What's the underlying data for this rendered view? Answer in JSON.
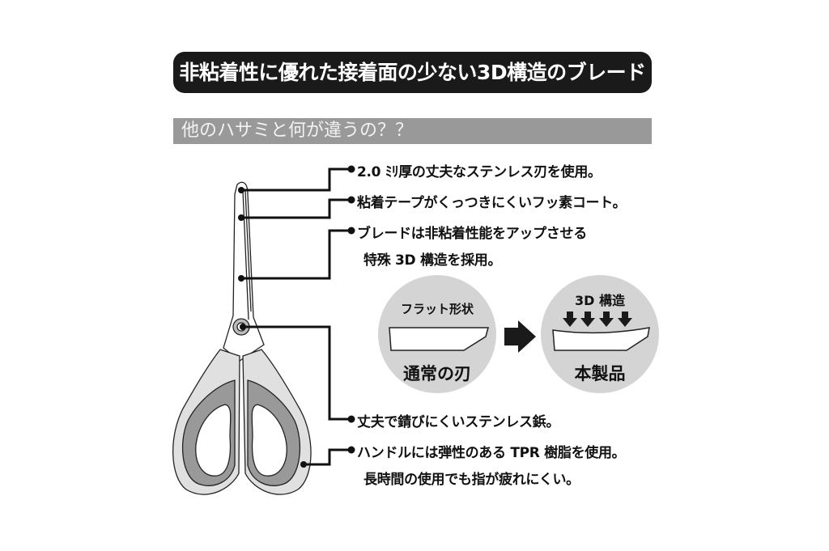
{
  "header": {
    "title": "非粘着性に優れた接着面の少ない3D構造のブレード",
    "subtitle": "他のハサミと何が違うの？？"
  },
  "features": [
    {
      "line1": "2.0 ﾐﾘ厚の丈夫なステンレス刃を使用。",
      "line2": ""
    },
    {
      "line1": "粘着テープがくっつきにくいフッ素コート。",
      "line2": ""
    },
    {
      "line1": "ブレードは非粘着性能をアップさせる",
      "line2": "特殊 3D 構造を採用。"
    },
    {
      "line1": "丈夫で錆びにくいステンレス鋲。",
      "line2": ""
    },
    {
      "line1": "ハンドルには弾性のある TPR 樹脂を使用。",
      "line2": "長時間の使用でも指が疲れにくい。"
    }
  ],
  "comparison": {
    "left": {
      "top_label": "フラット形状",
      "bottom_label": "通常の刃"
    },
    "right": {
      "top_label": "3D 構造",
      "bottom_label": "本製品"
    }
  },
  "colors": {
    "title_bg": "#1a1a1a",
    "subtitle_bg": "#999999",
    "circle_bg": "#d4d4d4",
    "handle_dark": "#999999",
    "handle_light": "#d9d9d9"
  }
}
